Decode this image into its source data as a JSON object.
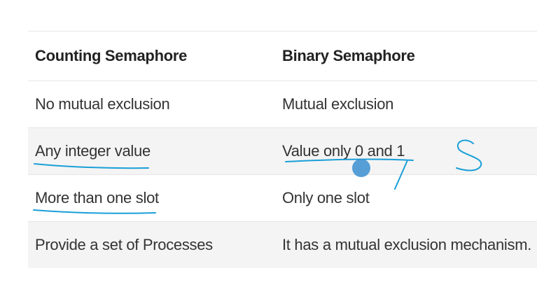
{
  "table": {
    "headers": [
      "Counting Semaphore",
      "Binary Semaphore"
    ],
    "rows": [
      [
        "No mutual exclusion",
        "Mutual exclusion"
      ],
      [
        "Any integer value",
        "Value only 0 and 1"
      ],
      [
        "More than one slot",
        "Only one slot"
      ],
      [
        "Provide a set of Processes",
        "It has a mutual exclusion mechanism."
      ]
    ]
  },
  "colors": {
    "ink": "#1a9fd8",
    "cursor": "#3a8fd0",
    "text": "#333333",
    "row_shade": "#f4f4f4"
  }
}
